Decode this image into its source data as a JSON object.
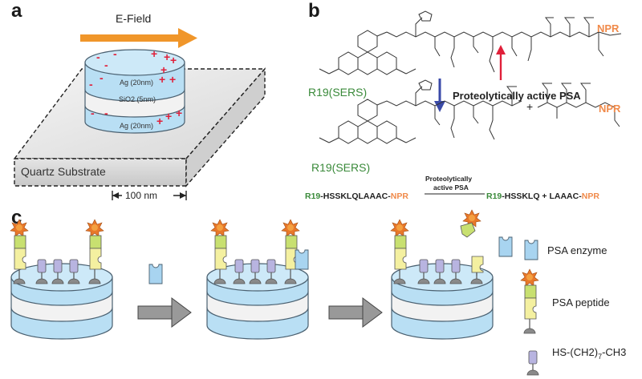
{
  "panels": {
    "a": "a",
    "b": "b",
    "c": "c"
  },
  "panel_a": {
    "field_label": "E-Field",
    "layers": [
      "Ag (20nm)",
      "SiO2 (5nm)",
      "Ag (20nm)"
    ],
    "substrate_label": "Quartz Substrate",
    "scale_label": "100 nm",
    "charge_minus": "-",
    "charge_plus": "+"
  },
  "panel_b": {
    "npr_label": "NPR",
    "dye_label": "R19(SERS)",
    "enzyme_label": "Proteolytically active PSA",
    "plus_sign": "+",
    "reaction": {
      "left_prefix": "R19",
      "left_mid": "-HSSKLQLAAAC-",
      "left_suffix": "NPR",
      "arrow_top": "Proteolytically",
      "arrow_bottom": "active PSA",
      "right1_prefix": "R19",
      "right1_mid": "-HSSKLQ + LAAAC-",
      "right1_suffix": "NPR"
    }
  },
  "legend": {
    "enzyme": "PSA enzyme",
    "peptide": "PSA peptide",
    "thiol_prefix": "HS-(CH2)",
    "thiol_sub": "7",
    "thiol_suffix": "-CH3"
  },
  "colors": {
    "arrow_orange": "#f0962a",
    "disk_blue": "#b9dff4",
    "disk_stroke": "#4a6070",
    "charge_red": "#e0203a",
    "green_text": "#3a8a3a",
    "npr_orange": "#f08a4a",
    "arrow_blue": "#3a4aa8",
    "arrow_red": "#e0203a",
    "enzyme_blue": "#a8d4f0",
    "peptide_green": "#c8e070",
    "peptide_yellow": "#f4f0a0",
    "sun_orange": "#e8782a",
    "thiol_purple": "#b8b4e0",
    "anchor_gray": "#8a8a8a"
  }
}
